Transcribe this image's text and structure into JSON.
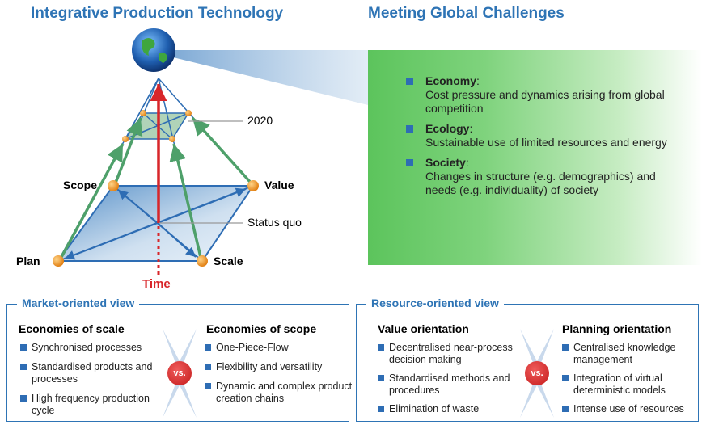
{
  "left_title": "Integrative Production Technology",
  "right_title": "Meeting Global Challenges",
  "pyramid": {
    "labels": {
      "scope": "Scope",
      "value": "Value",
      "plan": "Plan",
      "scale": "Scale"
    },
    "label_2020": "2020",
    "label_status_quo": "Status quo",
    "label_time": "Time"
  },
  "challenges": [
    {
      "term": "Economy",
      "desc": "Cost pressure and dynamics arising from global competition"
    },
    {
      "term": "Ecology",
      "desc": "Sustainable use of limited resources and energy"
    },
    {
      "term": "Society",
      "desc": "Changes in structure (e.g. demographics) and needs (e.g. individuality) of society"
    }
  ],
  "market_view": {
    "title": "Market-oriented view",
    "left": {
      "heading": "Economies of scale",
      "items": [
        "Synchronised processes",
        "Standardised products and processes",
        "High frequency production cycle"
      ]
    },
    "right": {
      "heading": "Economies of scope",
      "items": [
        "One-Piece-Flow",
        "Flexibility and versatility",
        "Dynamic and complex product creation chains"
      ]
    },
    "vs": "vs."
  },
  "resource_view": {
    "title": "Resource-oriented view",
    "left": {
      "heading": "Value orientation",
      "items": [
        "Decentralised near-process decision making",
        "Standardised methods and procedures",
        "Elimination of waste"
      ]
    },
    "right": {
      "heading": "Planning orientation",
      "items": [
        "Centralised knowledge management",
        "Integration of virtual deterministic models",
        "Intense use of resources"
      ]
    },
    "vs": "vs."
  },
  "colors": {
    "accent_blue": "#2e74b5",
    "time_red": "#d8262a",
    "green": "#5cc45c",
    "node_orange": "#f39a1e"
  }
}
